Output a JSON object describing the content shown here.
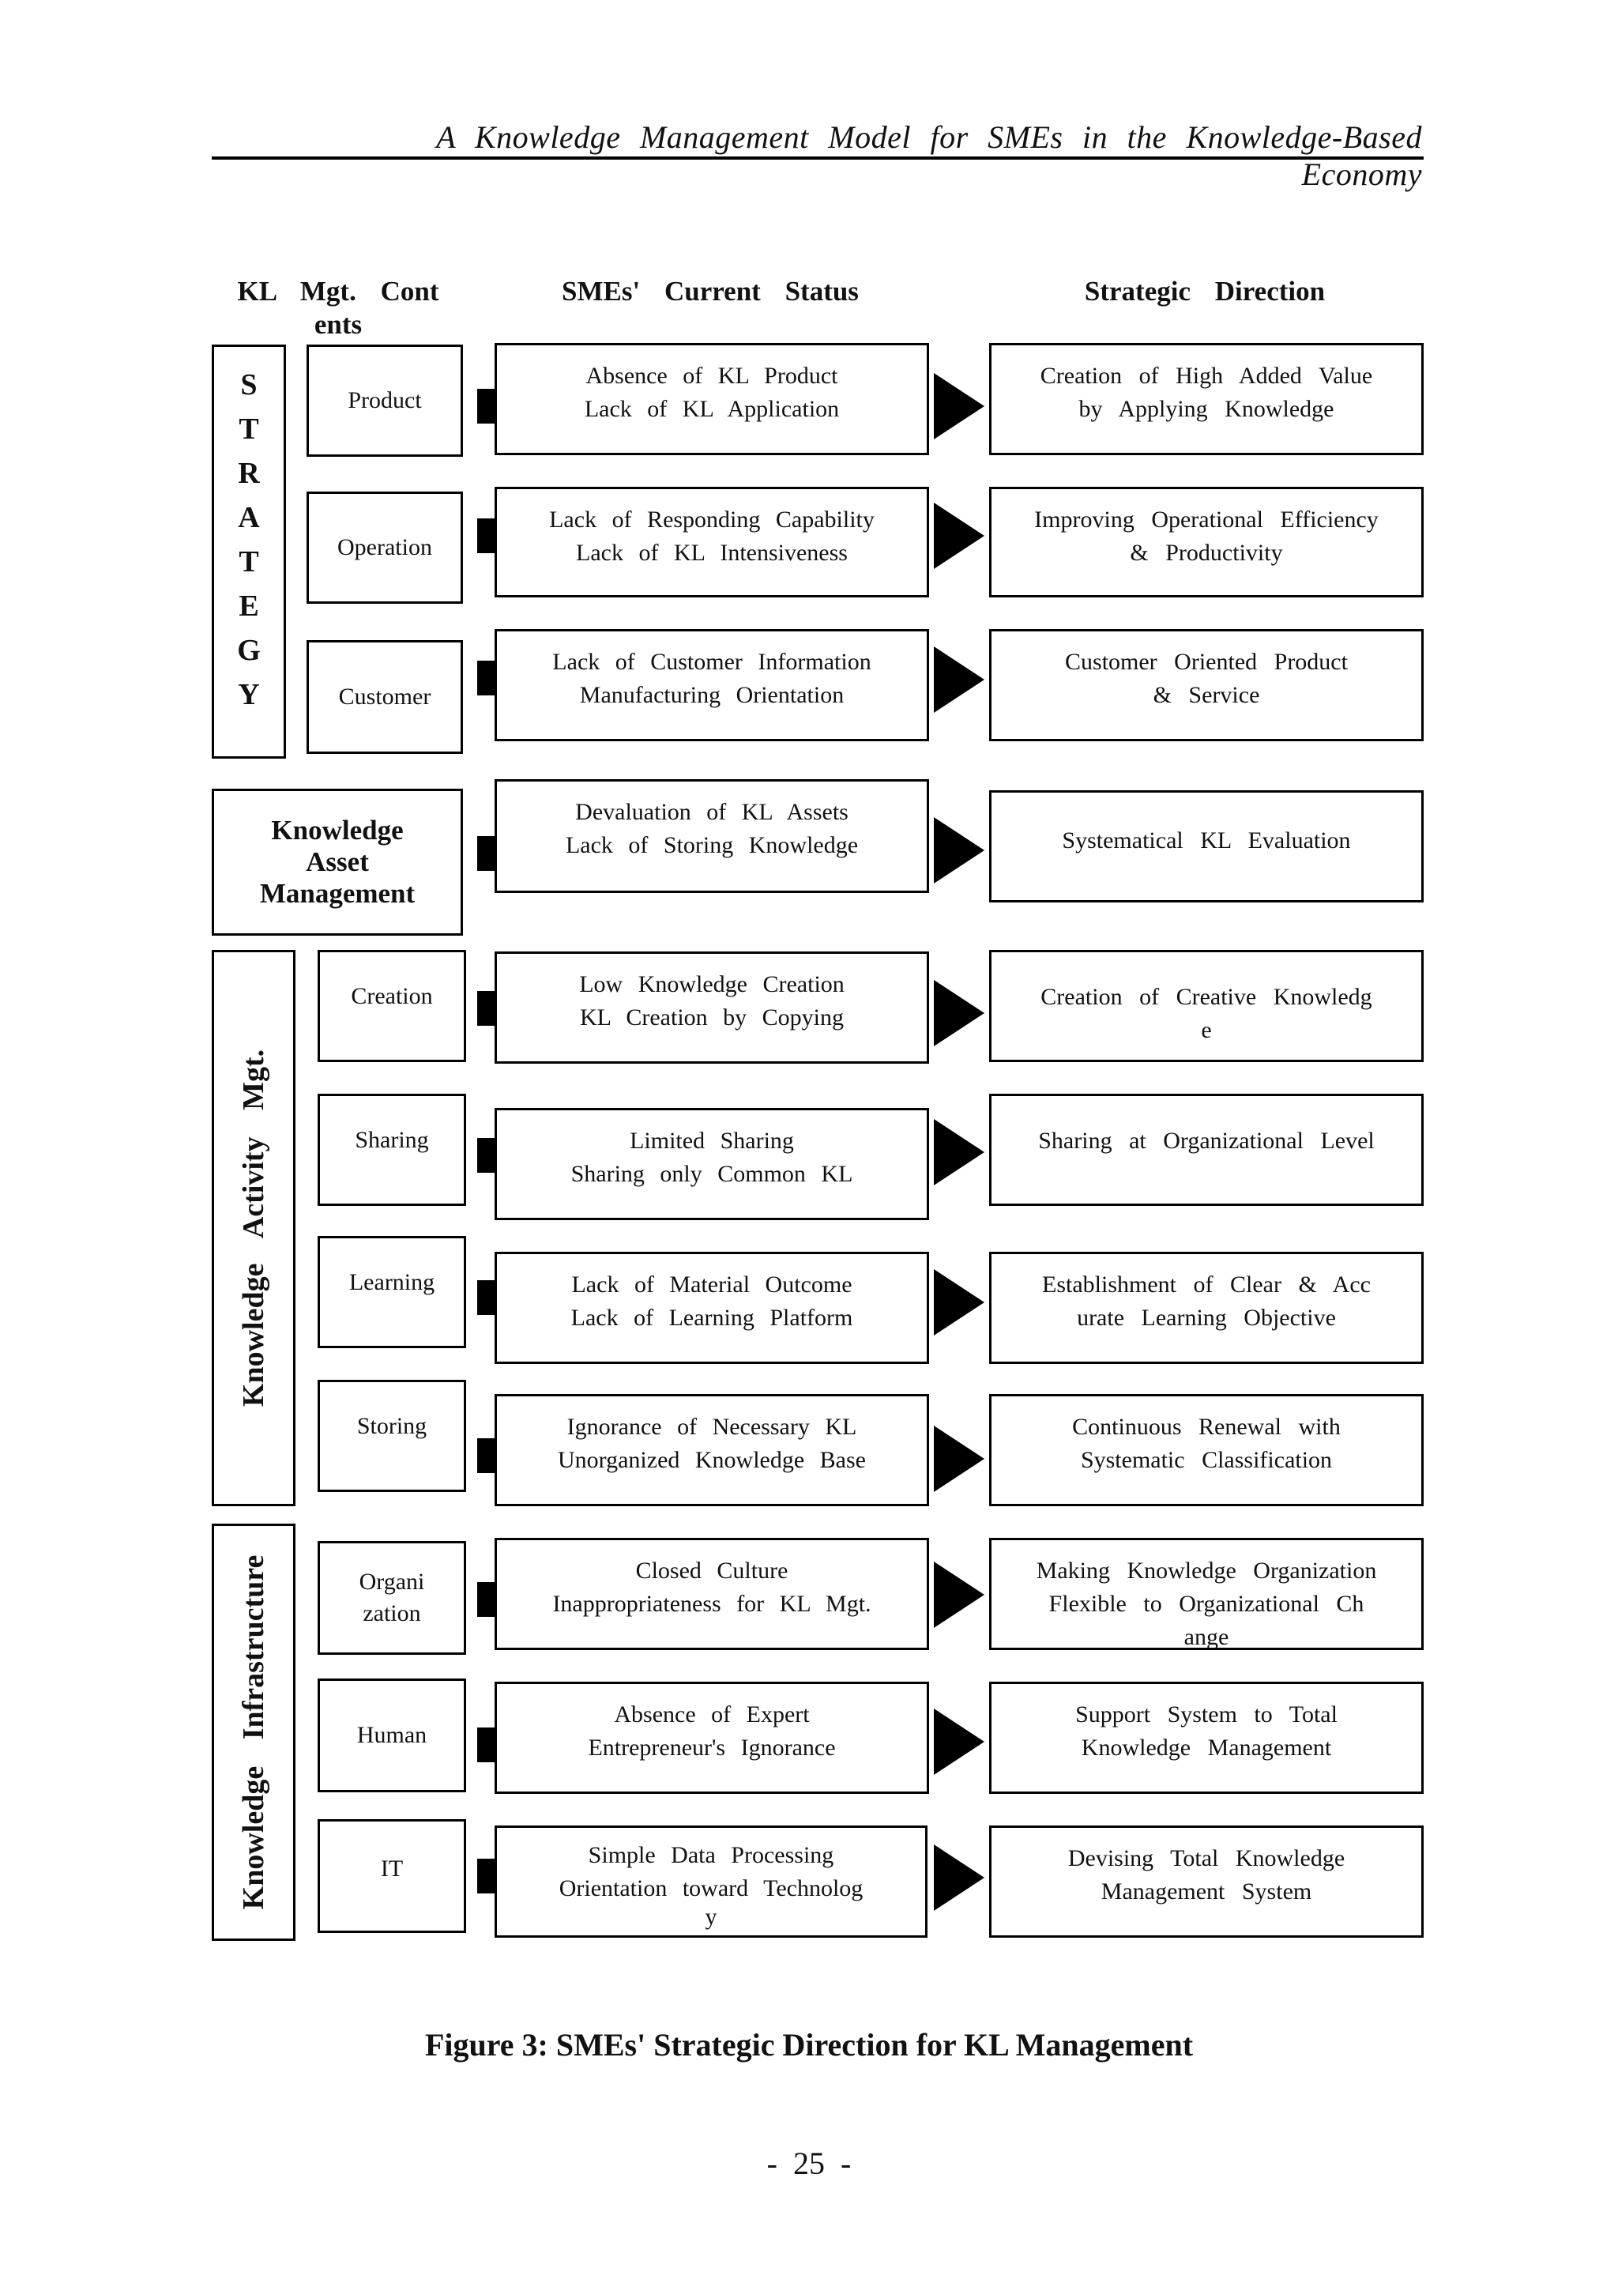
{
  "header": {
    "running_title": "A Knowledge Management Model for SMEs in the Knowledge-Based Economy"
  },
  "figure": {
    "column_headers": {
      "contents_line1": "KL Mgt. Cont",
      "contents_line2": "ents",
      "status": "SMEs' Current Status",
      "direction": "Strategic Direction"
    },
    "groups": {
      "strategy_letters": [
        "S",
        "T",
        "R",
        "A",
        "T",
        "E",
        "G",
        "Y"
      ],
      "asset_mgmt_lines": [
        "Knowledge",
        "Asset",
        "Management"
      ],
      "activity": "Knowledge Activity Mgt.",
      "infrastructure": "Knowledge Infrastructure"
    },
    "rows": [
      {
        "content": "Product",
        "status": [
          "Absence of KL Product",
          "Lack of KL Application"
        ],
        "direction": [
          "Creation of High Added Value",
          "by Applying Knowledge"
        ]
      },
      {
        "content": "Operation",
        "status": [
          "Lack of Responding Capability",
          "Lack of KL Intensiveness"
        ],
        "direction": [
          "Improving Operational Efficiency",
          "& Productivity"
        ]
      },
      {
        "content": "Customer",
        "status": [
          "Lack of Customer Information",
          "Manufacturing Orientation"
        ],
        "direction": [
          "Customer Oriented Product",
          "& Service"
        ]
      },
      {
        "content": "",
        "status": [
          "Devaluation of KL Assets",
          "Lack of Storing Knowledge"
        ],
        "direction": [
          "Systematical KL Evaluation"
        ]
      },
      {
        "content": "Creation",
        "status": [
          "Low Knowledge Creation",
          "KL Creation by Copying"
        ],
        "direction": [
          "Creation of Creative Knowledg",
          "e"
        ]
      },
      {
        "content": "Sharing",
        "status": [
          "Limited Sharing",
          "Sharing only Common KL"
        ],
        "direction": [
          "Sharing at Organizational Level"
        ]
      },
      {
        "content": "Learning",
        "status": [
          "Lack of Material Outcome",
          "Lack of Learning Platform"
        ],
        "direction": [
          "Establishment of Clear & Acc",
          "urate Learning Objective"
        ]
      },
      {
        "content": "Storing",
        "status": [
          "Ignorance of Necessary KL",
          "Unorganized Knowledge Base"
        ],
        "direction": [
          "Continuous Renewal with",
          "Systematic Classification"
        ]
      },
      {
        "content": "Organi zation",
        "status": [
          "Closed Culture",
          "Inappropriateness for KL Mgt."
        ],
        "direction": [
          "Making Knowledge Organization",
          "Flexible to Organizational Ch",
          "ange"
        ]
      },
      {
        "content": "Human",
        "status": [
          "Absence of Expert",
          "Entrepreneur's Ignorance"
        ],
        "direction": [
          "Support System to Total",
          "Knowledge Management"
        ]
      },
      {
        "content": "IT",
        "status": [
          "Simple Data Processing",
          "Orientation toward Technolog",
          "y"
        ],
        "direction": [
          "Devising Total Knowledge",
          "Management System"
        ]
      }
    ],
    "caption": "Figure 3: SMEs' Strategic Direction for KL Management"
  },
  "footer": {
    "page_number": "- 25 -"
  }
}
